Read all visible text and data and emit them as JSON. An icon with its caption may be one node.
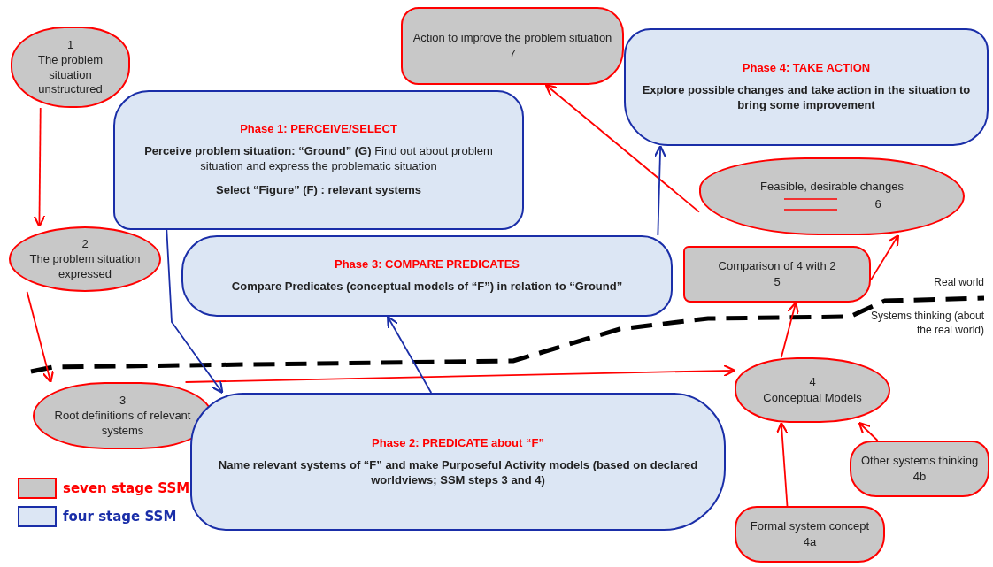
{
  "diagram": {
    "nodes": [
      {
        "text": [
          "1",
          "The problem situation unstructured"
        ]
      },
      {
        "text": [
          "Action to improve the problem situation",
          "7"
        ]
      },
      {
        "text": [
          "Phase 1: PERCEIVE/SELECT",
          "**Perceive problem situation: “Ground”  (G)** Find out about problem situation and express the problematic situation",
          "Select “Figure” (F) : relevant systems"
        ]
      },
      {
        "text": [
          "Phase 4: TAKE ACTION",
          "Explore possible changes and take action in the situation to bring some improvement"
        ]
      },
      {
        "text": [
          "Feasible, desirable changes",
          "6"
        ]
      },
      {
        "text": [
          "2",
          "The problem situation expressed"
        ]
      },
      {
        "text": [
          "Phase 3: COMPARE PREDICATES",
          "Compare Predicates (conceptual models of “F”) in relation to “Ground”"
        ]
      },
      {
        "text": [
          "Comparison of 4 with 2",
          "5"
        ]
      },
      {
        "text": [
          "3",
          "Root definitions of relevant systems"
        ]
      },
      {
        "text": [
          "4",
          "Conceptual Models"
        ]
      },
      {
        "text": [
          "Phase 2: PREDICATE about “F”",
          "Name relevant systems of “F” and make Purposeful Activity models (based on declared worldviews; SSM steps 3 and 4)"
        ]
      },
      {
        "text": [
          "Other systems thinking",
          "4b"
        ]
      },
      {
        "text": [
          "Formal system concept",
          "4a"
        ]
      }
    ],
    "edges": [
      {
        "from": 0,
        "to": 5,
        "arrow": "to"
      },
      {
        "from": 5,
        "to": 8,
        "arrow": "to"
      },
      {
        "from": 8,
        "to": 9,
        "arrow": "to"
      },
      {
        "from": 9,
        "to": 7,
        "arrow": "to"
      },
      {
        "from": 7,
        "to": 4,
        "arrow": "to"
      },
      {
        "from": 4,
        "to": 1,
        "arrow": "to"
      },
      {
        "from": 12,
        "to": 9,
        "arrow": "to"
      },
      {
        "from": 11,
        "to": 9,
        "arrow": "to"
      },
      {
        "from": 2,
        "to": 10,
        "arrow": "to",
        "color": "#1a2ea8"
      },
      {
        "from": 10,
        "to": 6,
        "arrow": "to",
        "color": "#1a2ea8"
      },
      {
        "from": 6,
        "to": 3,
        "arrow": "to",
        "color": "#1a2ea8"
      }
    ],
    "labels": [
      "Real world",
      "Systems thinking (about the real world)"
    ],
    "legend": [
      {
        "text": "seven stage SSM",
        "color": "#c8c8c8"
      },
      {
        "text": "four stage SSM",
        "color": "#dce6f4"
      }
    ]
  }
}
